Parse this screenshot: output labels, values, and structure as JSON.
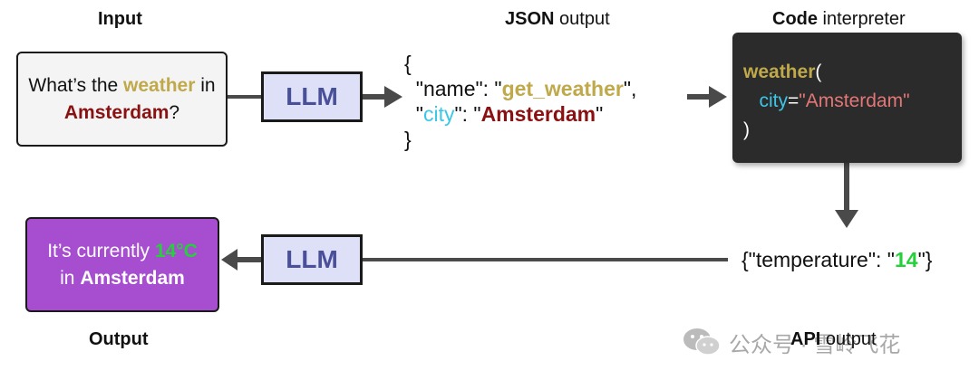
{
  "labels": {
    "input": "Input",
    "json_bold": "JSON",
    "json_rest": " output",
    "code_bold": "Code",
    "code_rest": " interpreter",
    "output": "Output",
    "api_bold": "API",
    "api_rest": " output"
  },
  "input_box": {
    "pre": "What’s the ",
    "weather": "weather",
    "mid": " in",
    "city": "Amsterdam",
    "post": "?"
  },
  "llm_top": "LLM",
  "llm_bottom": "LLM",
  "json": {
    "open": "{",
    "q1": "\"name\": \"",
    "fn": "get_weather",
    "q1end": "\",",
    "q2": "\"",
    "key2": "city",
    "q2mid": "\": \"",
    "val2": "Amsterdam",
    "q2end": "\"",
    "close": "}"
  },
  "code": {
    "fn": "weather",
    "paren_open": "(",
    "arg": "city",
    "eq": "=",
    "val": "\"Amsterdam\"",
    "paren_close": ")"
  },
  "api": {
    "pre": "{\"temperature\": \"",
    "value": "14",
    "post": "\"}"
  },
  "output_box": {
    "line1_pre": "It’s currently ",
    "temp": "14°C",
    "line2_pre": "in ",
    "city": "Amsterdam"
  },
  "watermark": {
    "text": "公众号 · 雪岭飞花"
  },
  "colors": {
    "weather": "#bfa94b",
    "city_dark_red": "#8a1111",
    "key_cyan": "#3cc7e6",
    "temp_green": "#26d03a",
    "llm_fill": "#dde0f6",
    "llm_text": "#4a4f9a",
    "code_bg": "#2b2b2b",
    "output_bg": "#a74ed0"
  }
}
